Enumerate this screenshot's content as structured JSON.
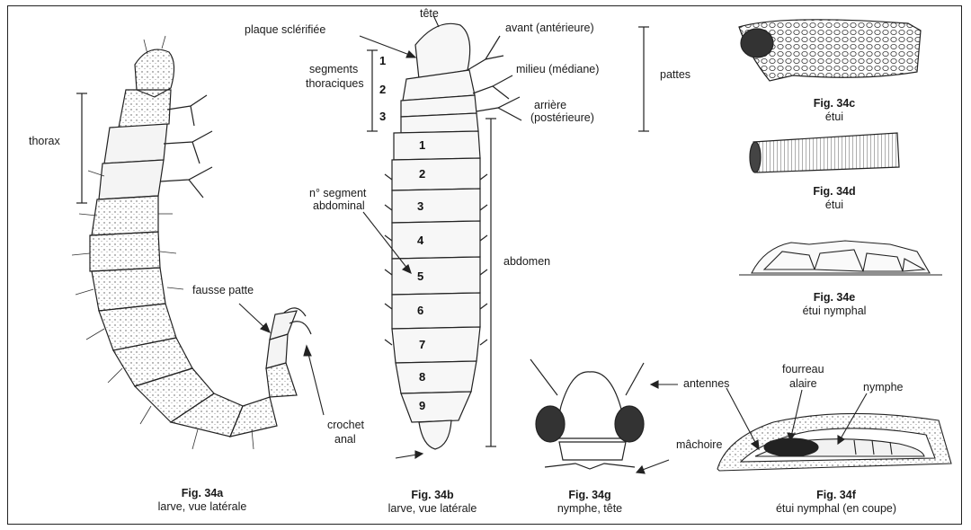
{
  "labels": {
    "thorax": "thorax",
    "tete": "tête",
    "plaque": "plaque sclérifiée",
    "segments": "segments",
    "thoraciques": "thoraciques",
    "avant": "avant (antérieure)",
    "milieu": "milieu (médiane)",
    "arriere": "arrière",
    "posterieure": "(postérieure)",
    "pattes": "pattes",
    "n_segment": "n° segment",
    "abdominal": "abdominal",
    "abdomen": "abdomen",
    "fausse_patte": "fausse patte",
    "crochet": "crochet",
    "anal": "anal",
    "antennes": "antennes",
    "machoire": "mâchoire",
    "fourreau": "fourreau",
    "alaire": "alaire",
    "nymphe": "nymphe"
  },
  "thoracic_numbers": [
    "1",
    "2",
    "3"
  ],
  "abdominal_numbers": [
    "1",
    "2",
    "3",
    "4",
    "5",
    "6",
    "7",
    "8",
    "9"
  ],
  "captions": {
    "a": {
      "fig": "Fig. 34a",
      "sub": "larve, vue latérale"
    },
    "b": {
      "fig": "Fig. 34b",
      "sub": "larve, vue latérale"
    },
    "c": {
      "fig": "Fig. 34c",
      "sub": "étui"
    },
    "d": {
      "fig": "Fig. 34d",
      "sub": "étui"
    },
    "e": {
      "fig": "Fig. 34e",
      "sub": "étui nymphal"
    },
    "f": {
      "fig": "Fig. 34f",
      "sub": "étui nymphal (en coupe)"
    },
    "g": {
      "fig": "Fig. 34g",
      "sub": "nymphe, tête"
    }
  }
}
